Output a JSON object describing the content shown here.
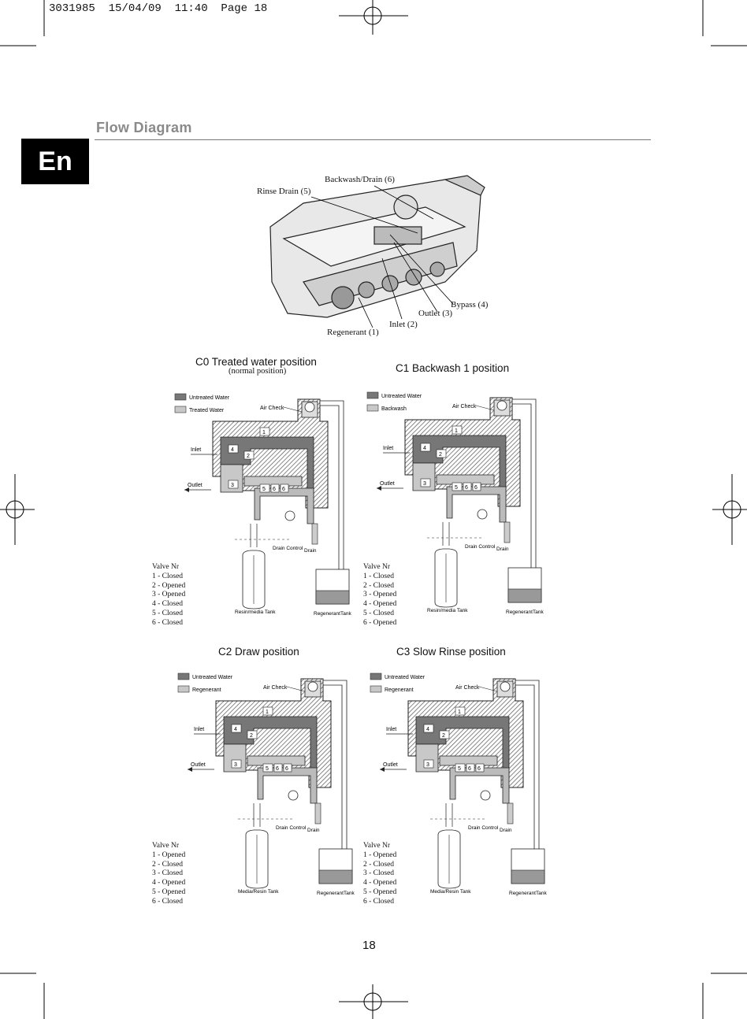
{
  "header": {
    "print_line": "3031985  15/04/09  11:40  Page 18"
  },
  "title": "Flow Diagram",
  "language_tab": "En",
  "overview": {
    "labels": {
      "backwash": "Backwash/Drain (6)",
      "rinse": "Rinse Drain (5)",
      "bypass": "Bypass (4)",
      "outlet": "Outlet (3)",
      "inlet": "Inlet (2)",
      "regenerant": "Regenerant (1)"
    }
  },
  "panels": [
    {
      "heading": "C0 Treated water position",
      "subheading": "(normal position)",
      "legend1": "Untreated Water",
      "legend2": "Treated Water",
      "air_check": "Air Check",
      "inlet": "Inlet",
      "outlet": "Outlet",
      "drain_control": "Drain Control",
      "drain": "Drain",
      "tank": "Resin/media Tank",
      "regen_tank": "RegenerantTank",
      "valve_title": "Valve Nr",
      "valves": [
        "1 - Closed",
        "2 - Opened",
        "3 - Opened",
        "4 - Closed",
        "5 - Closed",
        "6 - Closed"
      ]
    },
    {
      "heading": "C1 Backwash 1 position",
      "subheading": "",
      "legend1": "Untreated Water",
      "legend2": "Backwash",
      "air_check": "Air Check",
      "inlet": "Inlet",
      "outlet": "Outlet",
      "drain_control": "Drain Control",
      "drain": "Drain",
      "tank": "Resin/media Tank",
      "regen_tank": "RegenerantTank",
      "valve_title": "Valve Nr",
      "valves": [
        "1 - Closed",
        "2 - Closed",
        "3 - Opened",
        "4 - Opened",
        "5 - Closed",
        "6 - Opened"
      ]
    },
    {
      "heading": "C2 Draw position",
      "subheading": "",
      "legend1": "Untreated Water",
      "legend2": "Regenerant",
      "air_check": "Air Check",
      "inlet": "Inlet",
      "outlet": "Outlet",
      "drain_control": "Drain Control",
      "drain": "Drain",
      "tank": "Media/Resin Tank",
      "regen_tank": "RegenerantTank",
      "valve_title": "Valve Nr",
      "valves": [
        "1 - Opened",
        "2 - Closed",
        "3 - Closed",
        "4 - Opened",
        "5 - Opened",
        "6 - Closed"
      ]
    },
    {
      "heading": "C3 Slow Rinse position",
      "subheading": "",
      "legend1": "Untreated Water",
      "legend2": "Regenerant",
      "air_check": "Air Check",
      "inlet": "Inlet",
      "outlet": "Outlet",
      "drain_control": "Drain Control",
      "drain": "Drain",
      "tank": "Media/Resin Tank",
      "regen_tank": "RegenerantTank",
      "valve_title": "Valve Nr",
      "valves": [
        "1 - Opened",
        "2 - Closed",
        "3 - Closed",
        "4 - Opened",
        "5 - Opened",
        "6 - Closed"
      ]
    }
  ],
  "page_number": "18"
}
